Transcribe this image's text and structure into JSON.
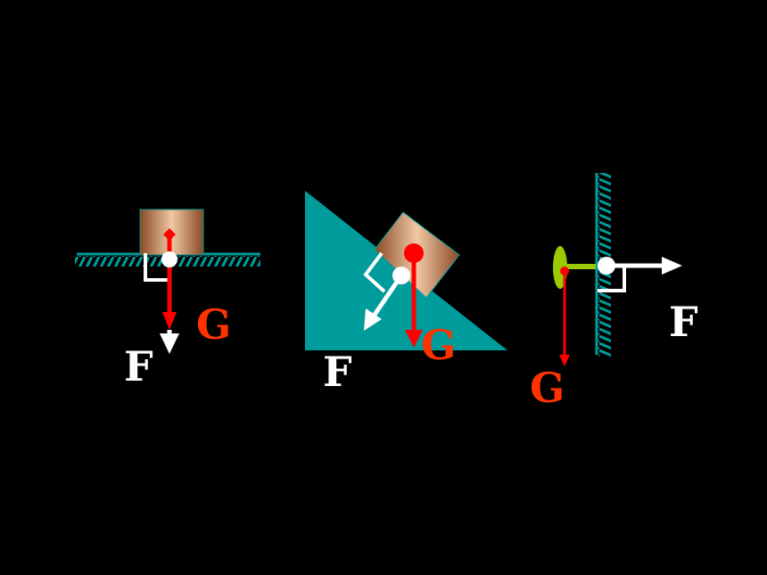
{
  "colors": {
    "background": "#000000",
    "teal": "#009b9b",
    "force_g": "#ff0000",
    "label_g": "#ff3300",
    "force_f": "#ffffff",
    "bracket_green": "#99cc00"
  },
  "diagrams": [
    {
      "name": "block-on-floor",
      "labels": {
        "gravity": "G",
        "force": "F"
      }
    },
    {
      "name": "block-on-incline",
      "labels": {
        "gravity": "G",
        "force": "F"
      }
    },
    {
      "name": "object-on-wall",
      "labels": {
        "gravity": "G",
        "force": "F"
      }
    }
  ]
}
